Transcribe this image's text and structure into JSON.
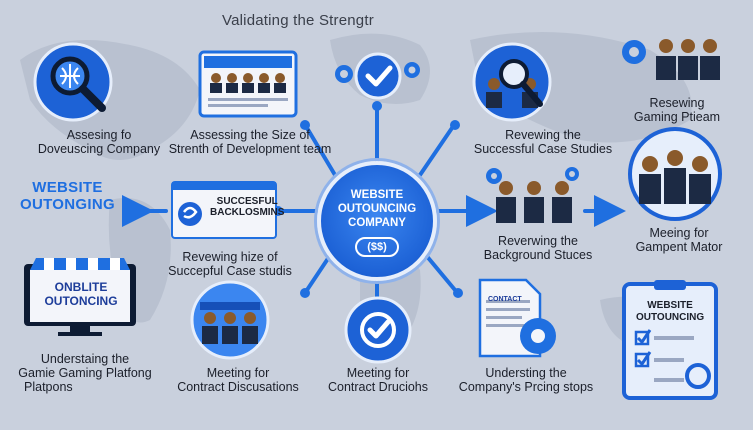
{
  "title": "Validating the Strengtr",
  "center": {
    "line1": "WEBSITE",
    "line2": "OUTOUNCING",
    "line3": "COMPANY",
    "badge": "($$)"
  },
  "side_label": {
    "line1": "WEBSITE",
    "line2": "OUTONGING"
  },
  "store_sign": {
    "line1": "ONBLITE",
    "line2": "OUTONCING"
  },
  "backlinks_card": {
    "line1": "SUCCESFUL",
    "line2": "BACKLOSMINS"
  },
  "contract_doc": "CONTACT",
  "checklist_board": {
    "line1": "WEBSITE",
    "line2": "OUTOUNCING"
  },
  "labels": {
    "assessing_for": {
      "line1": "Assesing fo",
      "line2": "Doveuscing Company"
    },
    "assessing_size": {
      "line1": "Assessing the Size of",
      "line2": "Strenth of Development team"
    },
    "reviewing_success": {
      "line1": "Revewing the",
      "line2": "Successful Case Studies"
    },
    "reviewing_gaming": {
      "line1": "Resewing",
      "line2": "Gaming Ptieam"
    },
    "reviewing_size": {
      "line1": "Revewing hize of",
      "line2": "Succepful Case studis"
    },
    "reviewing_background": {
      "line1": "Reverwing the",
      "line2": "Background Stuces"
    },
    "meeting_gampent": {
      "line1": "Meeing for",
      "line2": "Gampent Mator"
    },
    "understanding_gaming": {
      "line1": "Understaing the",
      "line2": "Gamie Gaming Platfong",
      "line3": "Platpons"
    },
    "meeting_contract_1": {
      "line1": "Meeting for",
      "line2": "Contract Discusations"
    },
    "meeting_contract_2": {
      "line1": "Meeting for",
      "line2": "Contract Druciohs"
    },
    "understanding_pricing": {
      "line1": "Understing the",
      "line2": "Company's Prcing stops"
    }
  },
  "colors": {
    "accent": "#1f6fe0",
    "dark_blue": "#1650b8",
    "background": "#c9d0dd"
  }
}
